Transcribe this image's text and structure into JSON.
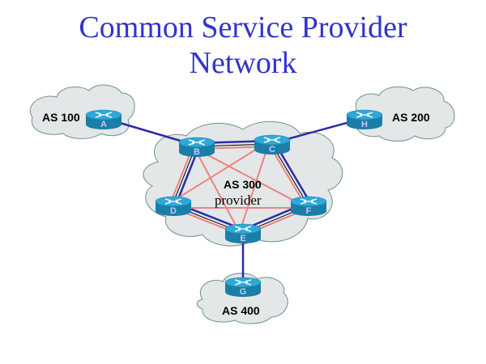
{
  "title": {
    "line1": "Common Service Provider",
    "line2": "Network"
  },
  "colors": {
    "title": "#3333cc",
    "cloud_fill": "#e3e7e8",
    "cloud_stroke": "#6f8f8f",
    "ebgp_link": "#2b2ba8",
    "ibgp_link": "#f08080",
    "physical_link": "#000000",
    "router_top": "#2fa8d8",
    "router_side": "#1a7ea8"
  },
  "clouds": [
    {
      "id": "as100",
      "label": "AS 100"
    },
    {
      "id": "as200",
      "label": "AS 200"
    },
    {
      "id": "as300",
      "label": "AS 300",
      "sublabel": "provider"
    },
    {
      "id": "as400",
      "label": "AS 400"
    }
  ],
  "routers": [
    {
      "id": "A",
      "label": "A",
      "as": "AS 100"
    },
    {
      "id": "B",
      "label": "B",
      "as": "AS 300"
    },
    {
      "id": "C",
      "label": "C",
      "as": "AS 300"
    },
    {
      "id": "D",
      "label": "D",
      "as": "AS 300"
    },
    {
      "id": "E",
      "label": "E",
      "as": "AS 300"
    },
    {
      "id": "F",
      "label": "F",
      "as": "AS 300"
    },
    {
      "id": "G",
      "label": "G",
      "as": "AS 400"
    },
    {
      "id": "H",
      "label": "H",
      "as": "AS 200"
    }
  ],
  "links": {
    "external": [
      [
        "A",
        "B"
      ],
      [
        "C",
        "H"
      ],
      [
        "E",
        "G"
      ]
    ],
    "physical": [
      [
        "B",
        "C"
      ],
      [
        "B",
        "D"
      ],
      [
        "C",
        "F"
      ],
      [
        "D",
        "E"
      ],
      [
        "E",
        "F"
      ]
    ],
    "ibgp_mesh": [
      [
        "B",
        "C"
      ],
      [
        "B",
        "D"
      ],
      [
        "B",
        "E"
      ],
      [
        "B",
        "F"
      ],
      [
        "C",
        "D"
      ],
      [
        "C",
        "E"
      ],
      [
        "C",
        "F"
      ],
      [
        "D",
        "E"
      ],
      [
        "D",
        "F"
      ],
      [
        "E",
        "F"
      ]
    ]
  }
}
